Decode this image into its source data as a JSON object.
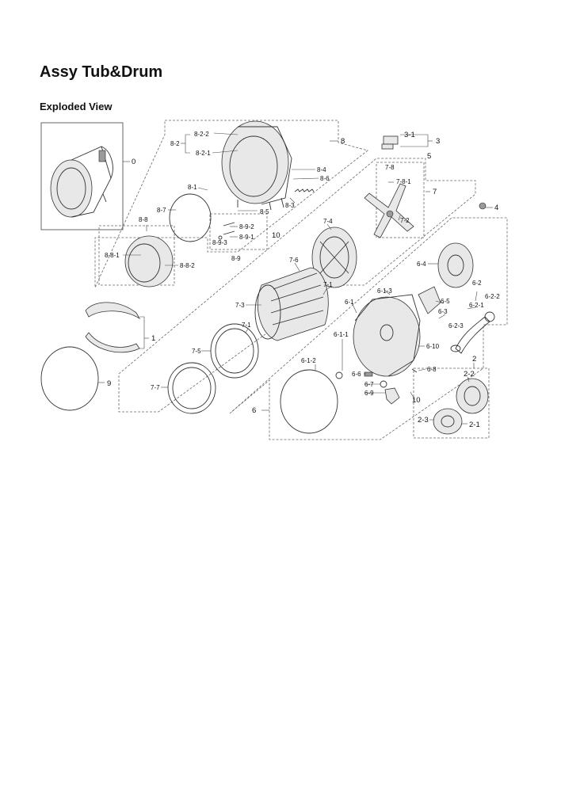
{
  "page": {
    "title": "Assy Tub&Drum",
    "subtitle": "Exploded View"
  },
  "labels": [
    "0",
    "8",
    "8-2",
    "8-2-2",
    "8-2-1",
    "8-4",
    "8-6",
    "8-1",
    "8-7",
    "8-3",
    "8-5",
    "8-9-2",
    "8-9-1",
    "8-9-3",
    "10",
    "8-9",
    "8-8",
    "8-8-1",
    "8-8-2",
    "1",
    "9",
    "3-1",
    "3",
    "5",
    "7",
    "7-8",
    "7-8-1",
    "7-2",
    "4",
    "7-4",
    "7-6",
    "7-1",
    "7-3",
    "7-1",
    "7-5",
    "7-7",
    "6-4",
    "6-2",
    "6-2-2",
    "6-2-1",
    "6-5",
    "6-3",
    "6-2-3",
    "6-1-3",
    "6-1",
    "6-1-1",
    "6-1-2",
    "6-10",
    "6-6",
    "6-8",
    "6-7",
    "6-9",
    "10",
    "6",
    "2",
    "2-2",
    "2-3",
    "2-1"
  ],
  "colors": {
    "line": "#333333",
    "dash": "#666666"
  }
}
